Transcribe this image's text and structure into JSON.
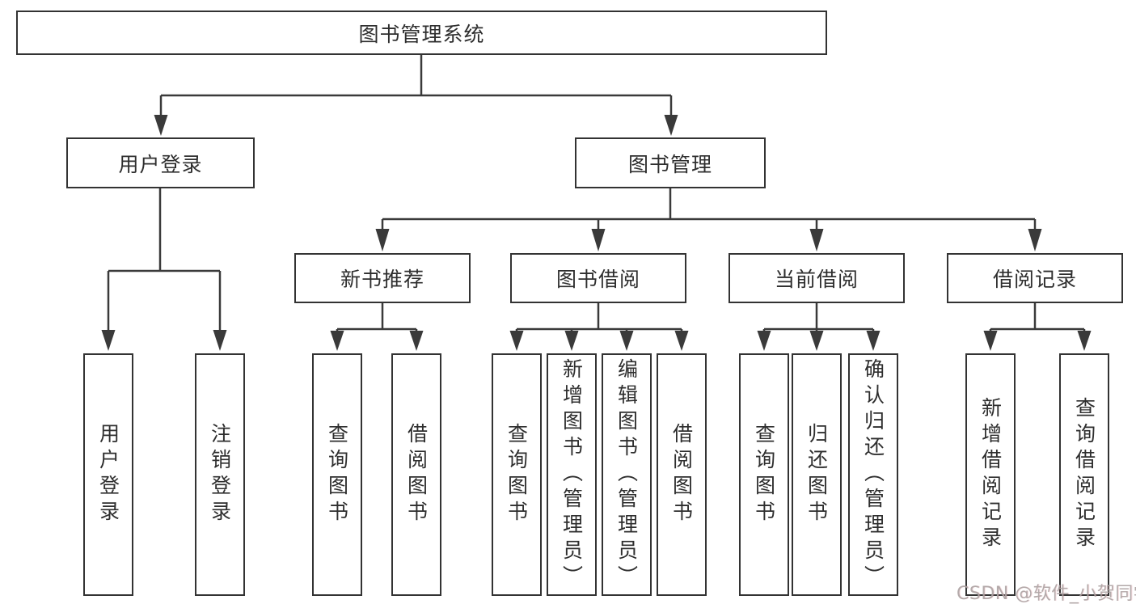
{
  "diagram_title": "图书管理系统",
  "tree": {
    "root": {
      "label": "图书管理系统"
    },
    "branches": [
      {
        "label": "用户登录",
        "children": [
          {
            "label": "用户登录"
          },
          {
            "label": "注销登录"
          }
        ]
      },
      {
        "label": "图书管理",
        "children": [
          {
            "label": "新书推荐",
            "children": [
              {
                "label": "查询图书"
              },
              {
                "label": "借阅图书"
              }
            ]
          },
          {
            "label": "图书借阅",
            "children": [
              {
                "label": "查询图书"
              },
              {
                "label": "新增图书（管理员）"
              },
              {
                "label": "编辑图书（管理员）"
              },
              {
                "label": "借阅图书"
              }
            ]
          },
          {
            "label": "当前借阅",
            "children": [
              {
                "label": "查询图书"
              },
              {
                "label": "归还图书"
              },
              {
                "label": "确认归还（管理员）"
              }
            ]
          },
          {
            "label": "借阅记录",
            "children": [
              {
                "label": "新增借阅记录"
              },
              {
                "label": "查询借阅记录"
              }
            ]
          }
        ]
      }
    ]
  },
  "watermark": {
    "text": "CSDN @软件_小贺同学"
  },
  "colors": {
    "line": "#3a3a3a",
    "box_border": "#333333",
    "text": "#2e2e2e",
    "watermark": "#aca3a3",
    "background": "#ffffff"
  }
}
